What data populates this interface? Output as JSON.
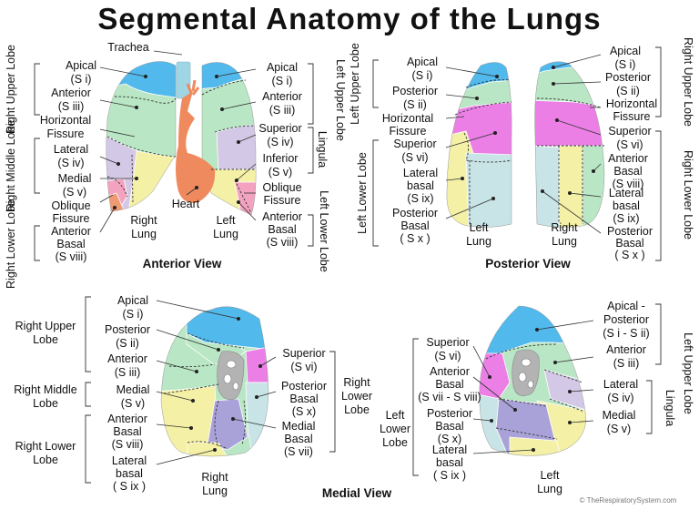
{
  "title": "Segmental Anatomy of the Lungs",
  "colors": {
    "blue": "#52b9ec",
    "green": "#b9e6c4",
    "lilac": "#d3c9e6",
    "yellow": "#f4f0a6",
    "pink": "#f3a3c0",
    "magenta": "#eb7fe6",
    "teal": "#c8e4e6",
    "salmon": "#f09a74",
    "heart": "#ef8a5e",
    "trachea": "#9fd6e6",
    "purple": "#a8a2d8"
  },
  "anterior": {
    "view_label": "Anterior View",
    "trachea": "Trachea",
    "heart": "Heart",
    "right_lung": [
      "Right",
      "Lung"
    ],
    "left_lung": [
      "Left",
      "Lung"
    ],
    "lobe_right_upper": "Right Upper Lobe",
    "lobe_right_middle": "Right Middle Lobe",
    "lobe_right_lower": "Right Lower Lobe",
    "lobe_left_upper": "Left Upper Lobe",
    "lingula": "Lingula",
    "lobe_left_lower": "Left Lower Lobe",
    "r_apical": [
      "Apical",
      "(S i)"
    ],
    "r_anterior": [
      "Anterior",
      "(S iii)"
    ],
    "r_horizontal": [
      "Horizontal",
      "Fissure"
    ],
    "r_lateral": [
      "Lateral",
      "(S iv)"
    ],
    "r_medial": [
      "Medial",
      "(S v)"
    ],
    "r_oblique": [
      "Oblique",
      "Fissure"
    ],
    "r_anterior_basal": [
      "Anterior",
      "Basal",
      "(S viii)"
    ],
    "l_apical": [
      "Apical",
      "(S i)"
    ],
    "l_anterior": [
      "Anterior",
      "(S iii)"
    ],
    "l_superior": [
      "Superior",
      "(S iv)"
    ],
    "l_inferior": [
      "Inferior",
      "(S v)"
    ],
    "l_oblique": [
      "Oblique",
      "Fissure"
    ],
    "l_anterior_basal": [
      "Anterior",
      "Basal",
      "(S viii)"
    ]
  },
  "posterior": {
    "view_label": "Posterior View",
    "left_lung": [
      "Left",
      "Lung"
    ],
    "right_lung": [
      "Right",
      "Lung"
    ],
    "lobe_left_upper": "Left Upper Lobe",
    "lobe_left_lower": "Left Lower Lobe",
    "lobe_right_upper": "Right Upper Lobe",
    "lobe_right_lower": "Right Lower Lobe",
    "l_apical": [
      "Apical",
      "(S i)"
    ],
    "l_posterior": [
      "Posterior",
      "(S ii)"
    ],
    "l_horizontal": [
      "Horizontal",
      "Fissure"
    ],
    "l_superior": [
      "Superior",
      "(S vi)"
    ],
    "l_lateral_basal": [
      "Lateral",
      "basal",
      "(S ix)"
    ],
    "l_posterior_basal": [
      "Posterior",
      "Basal",
      "( S x )"
    ],
    "r_apical": [
      "Apical",
      "(S i)"
    ],
    "r_posterior": [
      "Posterior",
      "(S ii)"
    ],
    "r_horizontal": [
      "Horizontal",
      "Fissure"
    ],
    "r_superior": [
      "Superior",
      "(S vi)"
    ],
    "r_anterior_basal": [
      "Anterior",
      "Basal",
      "(S viii)"
    ],
    "r_lateral_basal": [
      "Lateral",
      "basal",
      "(S ix)"
    ],
    "r_posterior_basal": [
      "Posterior",
      "Basal",
      "( S x )"
    ]
  },
  "medial_right": {
    "lobe_upper": [
      "Right Upper",
      "Lobe"
    ],
    "lobe_middle": [
      "Right Middle",
      "Lobe"
    ],
    "lobe_lower": [
      "Right Lower",
      "Lobe"
    ],
    "lobe_right_lower": [
      "Right",
      "Lower",
      "Lobe"
    ],
    "apical": [
      "Apical",
      "(S i)"
    ],
    "posterior": [
      "Posterior",
      "(S ii)"
    ],
    "anterior": [
      "Anterior",
      "(S iii)"
    ],
    "medial": [
      "Medial",
      "(S v)"
    ],
    "anterior_basal": [
      "Anterior",
      "Basal",
      "(S viii)"
    ],
    "lateral_basal": [
      "Lateral",
      "basal",
      "( S ix )"
    ],
    "superior": [
      "Superior",
      "(S vi)"
    ],
    "posterior_basal": [
      "Posterior",
      "Basal",
      "(S x)"
    ],
    "medial_basal": [
      "Medial",
      "Basal",
      "(S vii)"
    ],
    "lung": [
      "Right",
      "Lung"
    ]
  },
  "medial_left": {
    "view_label": "Medial View",
    "lobe_left_upper": "Left Upper Lobe",
    "lingula": "Lingula",
    "lobe_left_lower": [
      "Left",
      "Lower",
      "Lobe"
    ],
    "superior": [
      "Superior",
      "(S vi)"
    ],
    "anterior_basal": [
      "Anterior",
      "Basal",
      "(S vii - S viii)"
    ],
    "posterior_basal": [
      "Posterior",
      "Basal",
      "(S x)"
    ],
    "lateral_basal": [
      "Lateral",
      "basal",
      "( S ix )"
    ],
    "apical_posterior": [
      "Apical -",
      "Posterior",
      "(S i - S ii)"
    ],
    "anterior": [
      "Anterior",
      "(S iii)"
    ],
    "lateral": [
      "Lateral",
      "(S iv)"
    ],
    "medial": [
      "Medial",
      "(S v)"
    ],
    "lung": [
      "Left",
      "Lung"
    ]
  },
  "credit": "© TheRespiratorySystem.com"
}
